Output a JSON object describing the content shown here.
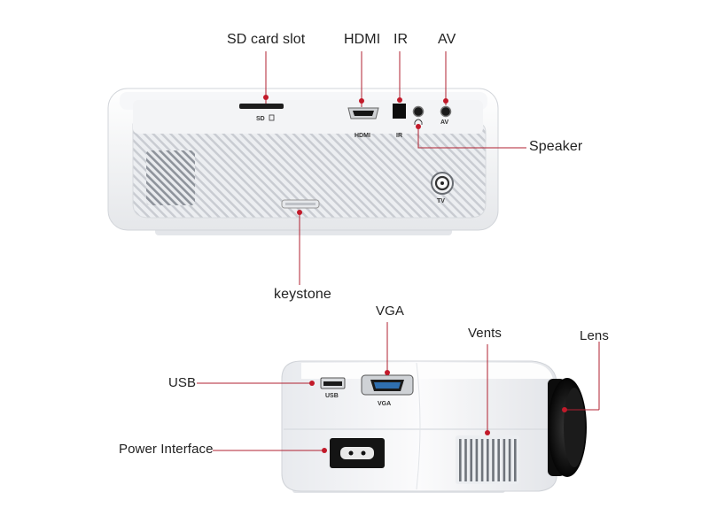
{
  "callouts": {
    "sd_card_slot": "SD card slot",
    "hdmi": "HDMI",
    "ir": "IR",
    "av": "AV",
    "speaker": "Speaker",
    "keystone": "keystone",
    "vga": "VGA",
    "vents": "Vents",
    "lens": "Lens",
    "usb": "USB",
    "power_interface": "Power Interface"
  },
  "port_labels": {
    "sd": "SD",
    "hdmi": "HDMI",
    "ir": "IR",
    "av": "AV",
    "tv": "TV",
    "usb": "USB",
    "vga": "VGA"
  },
  "colors": {
    "callout_line": "#b02030",
    "dot": "#c21a2a",
    "body_white": "#f4f5f7",
    "body_shadow": "#d6d9de",
    "port_black": "#1a1a1a",
    "lens_black": "#101010"
  },
  "icons": {
    "headphone": "headphone-icon",
    "sd_card": "sd-card-icon"
  }
}
